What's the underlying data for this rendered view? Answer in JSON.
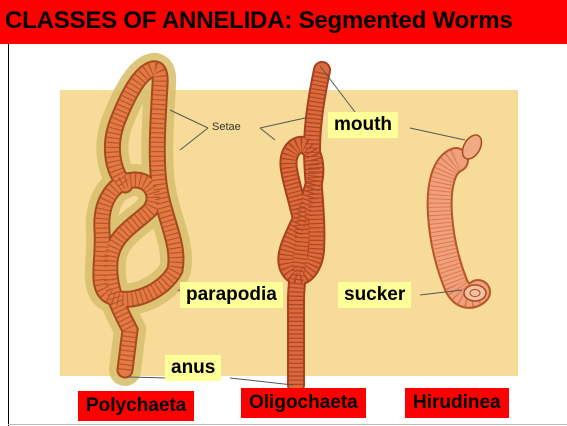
{
  "title": "CLASSES OF ANNELIDA: Segmented Worms",
  "labels": {
    "setae": "Setae",
    "mouth": "mouth",
    "parapodia": "parapodia",
    "sucker": "sucker",
    "anus": "anus"
  },
  "classes": [
    "Polychaeta",
    "Oligochaeta",
    "Hirudinea"
  ],
  "colors": {
    "title_bar": "#ff0000",
    "label_highlight": "#ffff99",
    "class_label": "#ff0000",
    "panel": "#f6dc98",
    "worm": "#e2703d"
  }
}
